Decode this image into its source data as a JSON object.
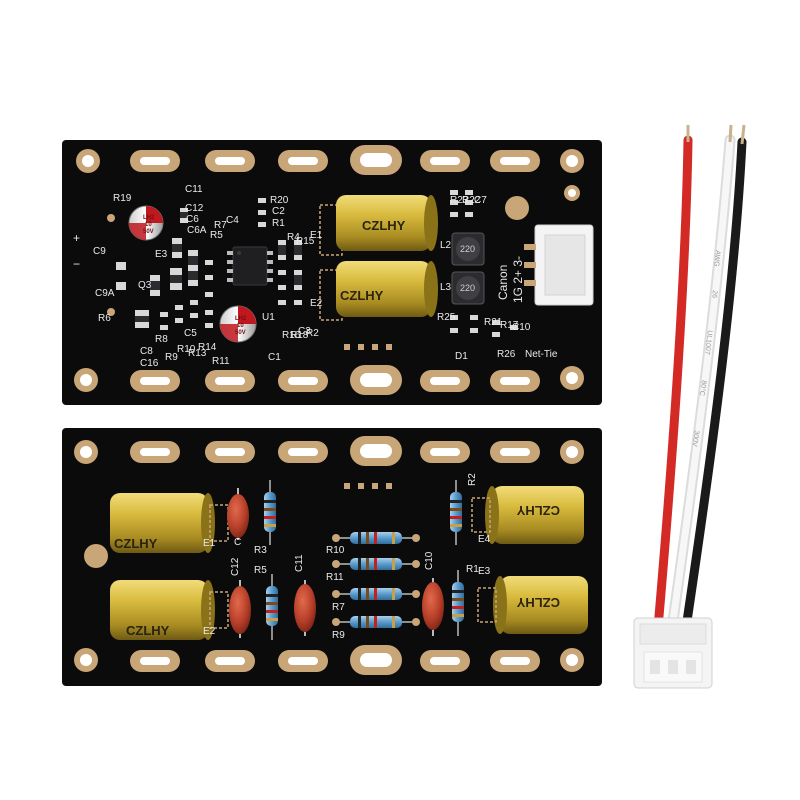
{
  "colors": {
    "background": "#ffffff",
    "pcb": "#0b0b0c",
    "pad_gold": "#c9a678",
    "cap_yellow": "#d2b43a",
    "wire_red": "#d42a26",
    "wire_white": "#f2f2f2",
    "wire_black": "#1a1a1a"
  },
  "top_board": {
    "labels": {
      "r19": "R19",
      "c11": "C11",
      "c12": "C12",
      "c6": "C6",
      "c6a": "C6A",
      "r20": "R20",
      "c2": "C2",
      "r7": "R7",
      "c4": "C4",
      "r5": "R5",
      "r1": "R1",
      "r4": "R4",
      "r15": "R15",
      "c9": "C9",
      "c9a": "C9A",
      "q3": "Q3",
      "e3": "E3",
      "r6": "R6",
      "r8": "R8",
      "c8": "C8",
      "c16": "C16",
      "r9": "R9",
      "r10": "R10",
      "r13": "R13",
      "r14": "R14",
      "c5": "C5",
      "r11": "R11",
      "u1": "U1",
      "c1": "C1",
      "r16": "R16",
      "r18": "R18",
      "c3": "C3",
      "r2": "R2",
      "e1": "E1",
      "e2": "E2",
      "r23": "R23",
      "r22": "R22",
      "c7": "C7",
      "l2": "L2",
      "l3": "L3",
      "r25": "R25",
      "r21": "R21",
      "r17": "R17",
      "c10": "C10",
      "d1": "D1",
      "r26": "R26",
      "net_tie": "Net-Tie",
      "plus": "+",
      "minus": "−"
    },
    "connector_text": [
      "Canon",
      "1G 2+ 3-"
    ],
    "inductor_values": [
      "220",
      "220"
    ],
    "cap_brand": "CZLHY",
    "small_cap_text": [
      "LH2",
      "10",
      "50V"
    ]
  },
  "bottom_board": {
    "labels": {
      "e1": "E1",
      "e2": "E2",
      "e3": "E3",
      "e4": "E4",
      "c": "C",
      "c12": "C12",
      "r3": "R3",
      "r5": "R5",
      "c11": "C11",
      "r10": "R10",
      "r11": "R11",
      "r7": "R7",
      "r9": "R9",
      "c10": "C10",
      "r1": "R1",
      "r2": "R2"
    },
    "cap_brand": "CZLHY"
  },
  "wire_print": [
    "AWG",
    "26",
    "UL1007",
    "80°C",
    "300V"
  ]
}
